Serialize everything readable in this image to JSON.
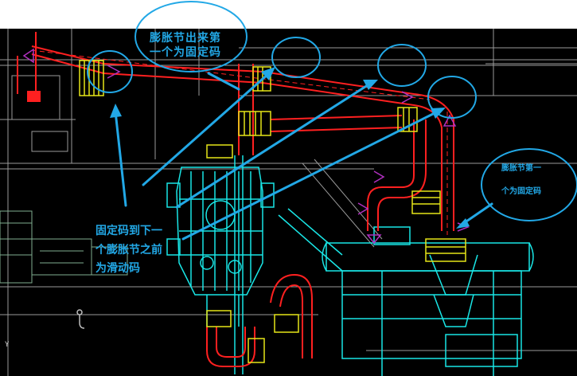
{
  "annotations": {
    "top_line1": "膨胀节出来第",
    "top_line2": "一个为固定码",
    "right_line1": "膨胀节第一",
    "right_line2": "个为固定码",
    "left_line1": "固定码到下一",
    "left_line2": "个膨胀节之前",
    "left_line3": "为滑动码"
  },
  "ucs_label": "Y",
  "colors": {
    "background": "#000000",
    "annotation": "#22a8e6",
    "pipe": "#ff2020",
    "equipment": "#19e6e6",
    "bellows": "#e6e619",
    "support": "#b030c0"
  }
}
